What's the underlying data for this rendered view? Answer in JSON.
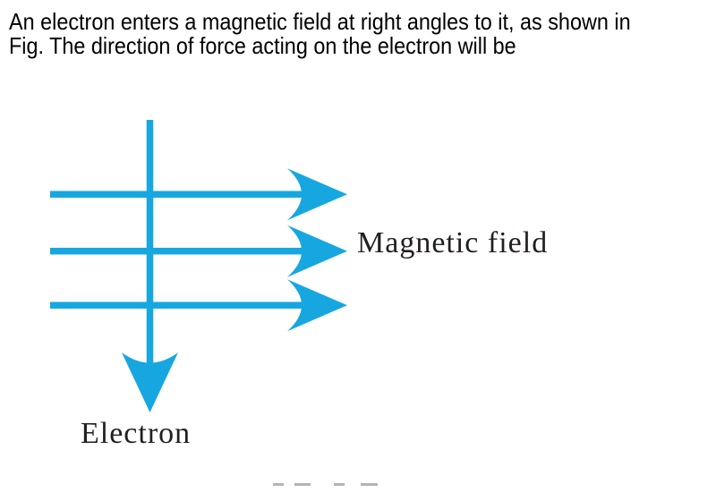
{
  "question": {
    "line1": "An electron enters a magnetic field at right angles to it, as shown in",
    "line2": "Fig. The direction of force acting on the electron will be"
  },
  "diagram": {
    "magnetic_field_label": "Magnetic field",
    "electron_label": "Electron",
    "field_arrow_count": 3,
    "field_arrow_direction": "right",
    "electron_arrow_direction": "down",
    "colors": {
      "arrow": "#17a7e0",
      "label_text": "#231f20",
      "question_text": "#000000"
    }
  }
}
